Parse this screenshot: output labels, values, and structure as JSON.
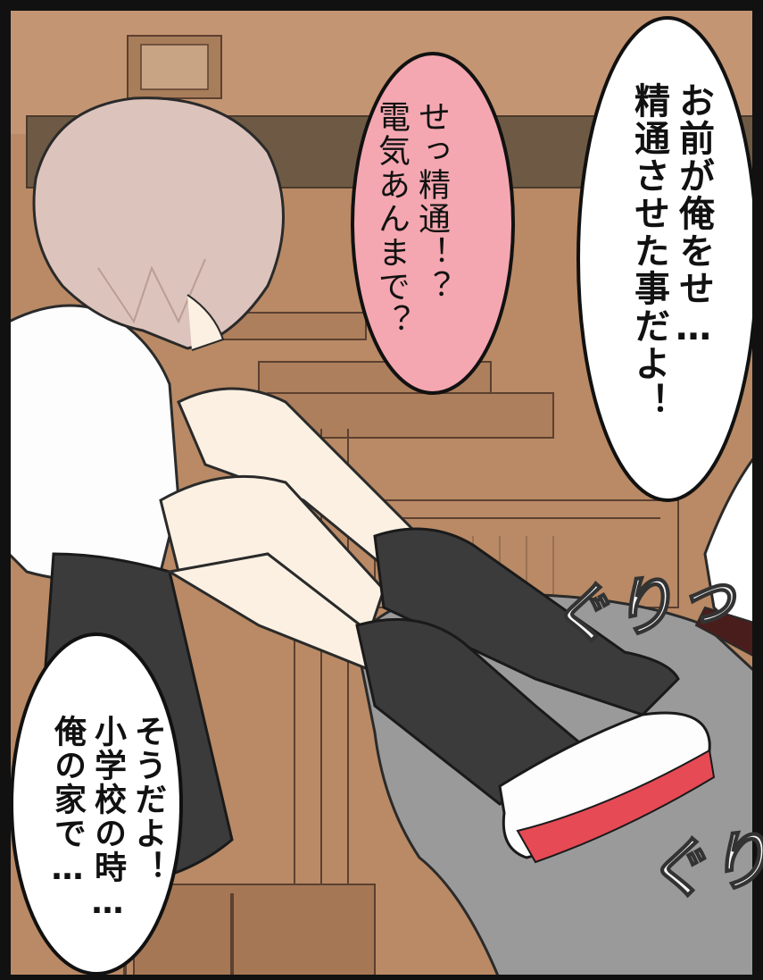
{
  "bubbles": {
    "top_right": "お前が俺をせ…\n精通させた事だよ！",
    "top_center": "せっ精通！？\n電気あんまで？",
    "bottom_left": "そうだよ！\n小学校の時…\n俺の家で…"
  },
  "sfx": {
    "first": "ぐりっ",
    "second": "ぐりっ"
  },
  "colors": {
    "background_brown": "#b98a65",
    "bubble_pink": "#f4a7b0",
    "bubble_white": "#ffffff",
    "sock_black": "#3b3b3b",
    "pants_gray": "#9a9a9a",
    "skin": "#fbf0e2",
    "hair": "#dcc3bc",
    "shoe_sole_red": "#e64a55"
  }
}
